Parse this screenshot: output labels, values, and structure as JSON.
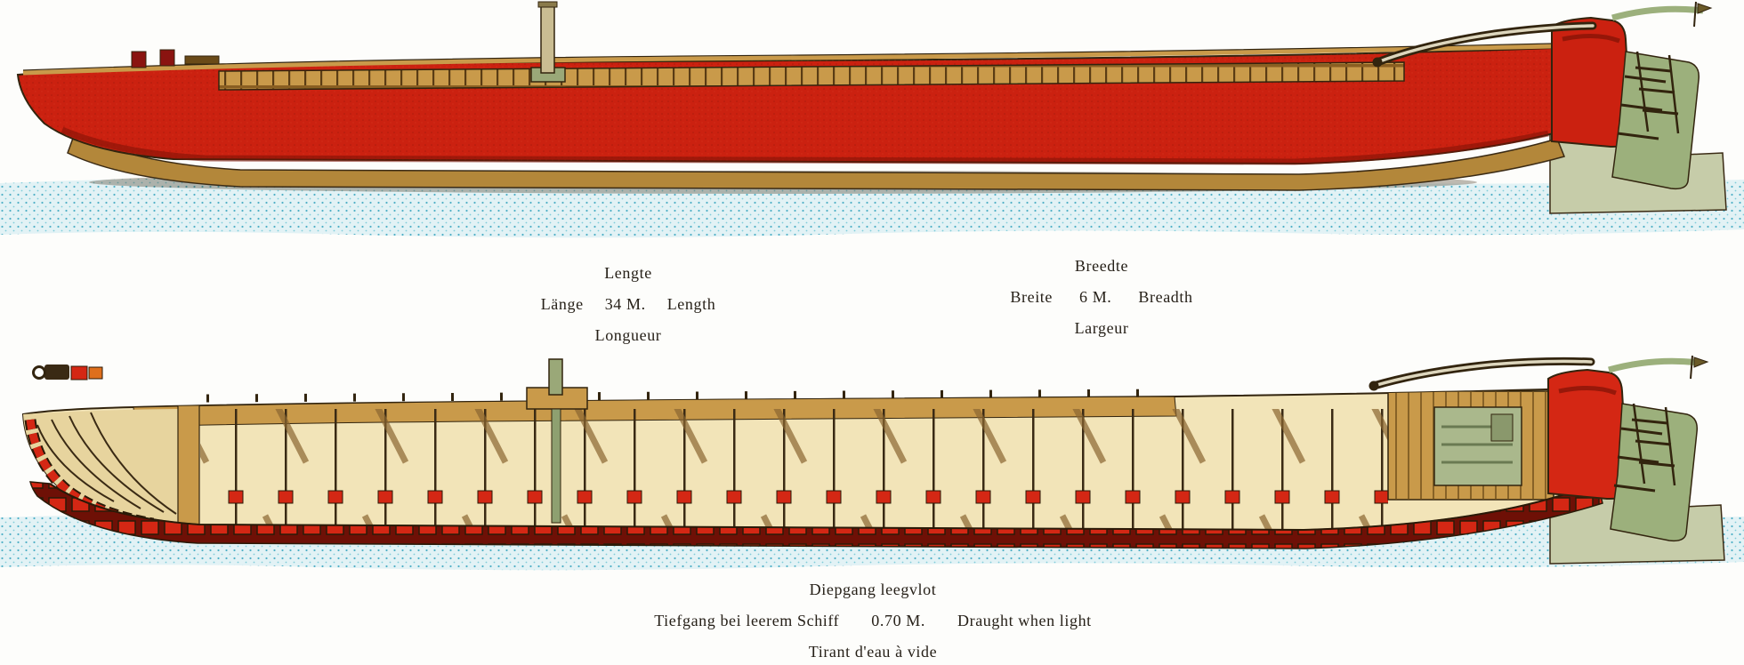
{
  "plate": {
    "colors": {
      "hull_red": "#cb2110",
      "hull_bottom_ochre": "#b3873a",
      "deck_tan": "#c99a4a",
      "interior_cream": "#f2e4b8",
      "rudder_green": "#9cb07c",
      "cabin_sage": "#aab88c",
      "water_blue": "#4fb0c6",
      "outline_dark": "#32240e"
    }
  },
  "labels": {
    "length": {
      "l1": "Lengte",
      "l2a": "Länge",
      "l2b": "34 M.",
      "l2c": "Length",
      "l3": "Longueur"
    },
    "breadth": {
      "l1": "Breedte",
      "l2a": "Breite",
      "l2b": "6 M.",
      "l2c": "Breadth",
      "l3": "Largeur"
    },
    "draught": {
      "l1": "Diepgang leegvlot",
      "l2a": "Tiefgang bei leerem Schiff",
      "l2b": "0.70 M.",
      "l2c": "Draught when light",
      "l3": "Tirant d'eau à vide"
    }
  }
}
